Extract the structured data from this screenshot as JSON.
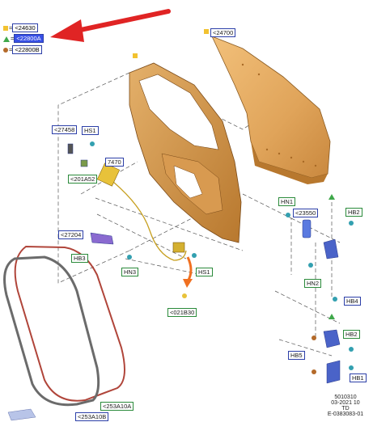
{
  "legend": [
    {
      "marker": "square",
      "color": "#f2c230",
      "eq": "=",
      "code": "<24630",
      "highlight": false
    },
    {
      "marker": "triangle",
      "color": "#3fa84a",
      "eq": "=",
      "code": "<22800A",
      "highlight": true
    },
    {
      "marker": "circle",
      "color": "#b46a2a",
      "eq": "=",
      "code": "<22800B",
      "highlight": false
    }
  ],
  "labels": {
    "l24700": "<24700",
    "l27458": "<27458",
    "hs1_top": "HS1",
    "l201a52": "<201A52",
    "l7470": "7470",
    "l27204": "<27204",
    "hb3": "HB3",
    "hn3": "HN3",
    "hs1_mid": "HS1",
    "l021b30": "<021B30",
    "hn1": "HN1",
    "l23550": "<23550",
    "hb2_top": "HB2",
    "hn2": "HN2",
    "hb4": "HB4",
    "hb2_bot": "HB2",
    "hb5": "HB5",
    "hb1": "HB1",
    "l253a10a": "<253A10A",
    "l253a10b": "<253A10B"
  },
  "footer": {
    "code": "5010310",
    "date": "03-2021 10",
    "model": "TD",
    "ref": "E-0383083-01"
  },
  "colors": {
    "door_panel": "#e0a45a",
    "inner_frame": "#c98a3c",
    "seal_red": "#b0453a",
    "seal_gray": "#6b6b6b",
    "hardware_blue": "#4a63c8",
    "arrow_red": "#e02424",
    "arrow_orange": "#f07020"
  }
}
